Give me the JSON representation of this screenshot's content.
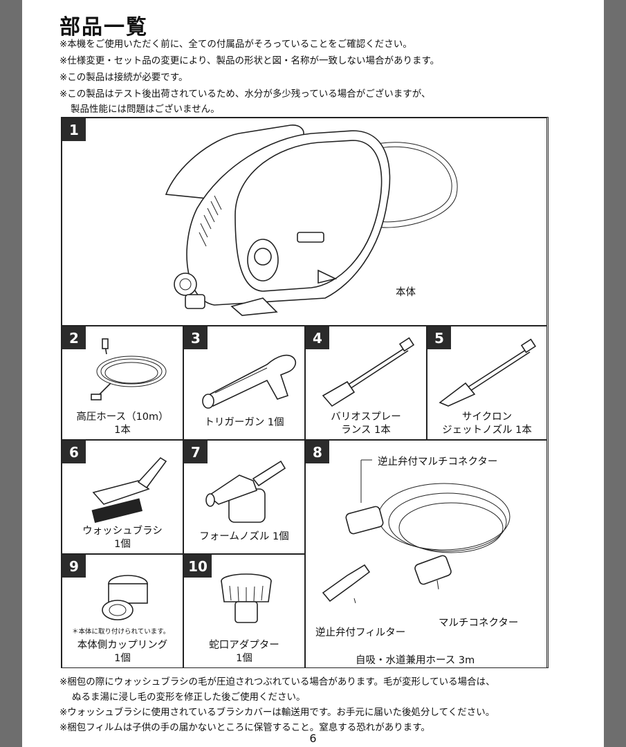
{
  "heading": "部品一覧",
  "notes": [
    "※本機をご使用いただく前に、全ての付属品がそろっていることをご確認ください。",
    "※仕様変更・セット品の変更により、製品の形状と図・名称が一致しない場合があります。",
    "※この製品は接続が必要です。",
    "※この製品はテスト後出荷されているため、水分が多少残っている場合がございますが、",
    "製品性能には問題はございません。"
  ],
  "parts": {
    "p1": {
      "num": "1",
      "name": "本体"
    },
    "p2": {
      "num": "2",
      "line1": "高圧ホース（10m）",
      "line2": "1本"
    },
    "p3": {
      "num": "3",
      "line1": "トリガーガン 1個"
    },
    "p4": {
      "num": "4",
      "line1": "バリオスプレー",
      "line2": "ランス 1本"
    },
    "p5": {
      "num": "5",
      "line1": "サイクロン",
      "line2": "ジェットノズル 1本"
    },
    "p6": {
      "num": "6",
      "line1": "ウォッシュブラシ",
      "line2": "1個"
    },
    "p7": {
      "num": "7",
      "line1": "フォームノズル 1個"
    },
    "p8": {
      "num": "8",
      "top_label": "逆止弁付マルチコネクター",
      "filter_label": "逆止弁付フィルター",
      "connector_label": "マルチコネクター",
      "hose_label": "自吸・水道兼用ホース 3m"
    },
    "p9": {
      "num": "9",
      "small_note": "＊本体に取り付けられています。",
      "line1": "本体側カップリング",
      "line2": "1個"
    },
    "p10": {
      "num": "10",
      "line1": "蛇口アダプター",
      "line2": "1個"
    }
  },
  "footnotes": [
    "※梱包の際にウォッシュブラシの毛が圧迫されつぶれている場合があります。毛が変形している場合は、",
    "ぬるま湯に浸し毛の変形を修正した後ご使用ください。",
    "※ウォッシュブラシに使用されているブラシカバーは輸送用です。お手元に届いた後処分してください。",
    "※梱包フィルムは子供の手の届かないところに保管すること。窒息する恐れがあります。"
  ],
  "page_number": "6"
}
